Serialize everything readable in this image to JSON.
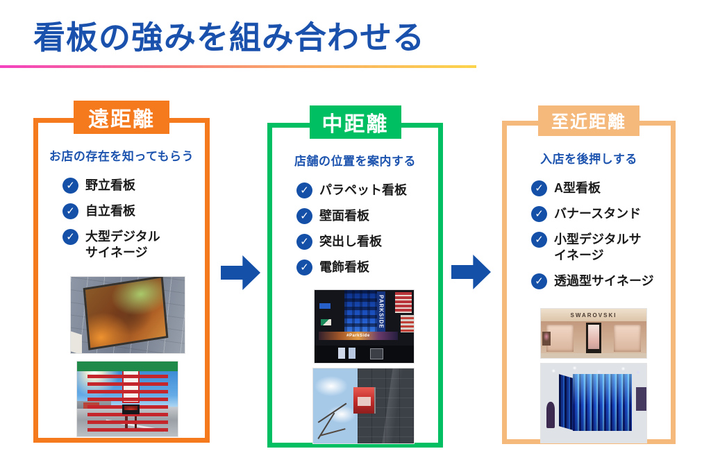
{
  "title": "看板の強みを組み合わせる",
  "icons": {
    "check": "✓",
    "right_arrow": "➜"
  },
  "colors": {
    "title_blue": "#1a51ad",
    "subtitle_blue": "#1c53ae",
    "item_text": "#1a1a1a",
    "check_blue": "#1450a8",
    "arrow_blue": "#1450a8",
    "far_orange": "#f5791d",
    "mid_green": "#00bf63",
    "near_peach": "#f5b97c",
    "underline_pink": "#f442c0",
    "underline_yellow": "#fcd44c"
  },
  "columns": [
    {
      "badge": "遠距離",
      "subtitle": "お店の存在を知ってもらう",
      "items": [
        "野立看板",
        "自立看板",
        "大型デジタル\nサイネージ"
      ],
      "photos": [
        {
          "name": "large-digital-signage-photo"
        },
        {
          "name": "roadside-pylon-sign-photo"
        }
      ]
    },
    {
      "badge": "中距離",
      "subtitle": "店舗の位置を案内する",
      "items": [
        "パラペット看板",
        "壁面看板",
        "突出し看板",
        "電飾看板"
      ],
      "photos": [
        {
          "name": "night-building-signs-photo",
          "vertical_sign_text": "PARKSIDE",
          "band_sign_text": "#ParkSide"
        },
        {
          "name": "projecting-sign-photo"
        }
      ]
    },
    {
      "badge": "至近距離",
      "subtitle": "入店を後押しする",
      "items": [
        "A型看板",
        "バナースタンド",
        "小型デジタルサ\nイネージ",
        "透過型サイネージ"
      ],
      "photos": [
        {
          "name": "storefront-digital-kiosk-photo",
          "fascia_text": "SWAROVSKI"
        },
        {
          "name": "transparent-led-cube-photo"
        }
      ]
    }
  ]
}
